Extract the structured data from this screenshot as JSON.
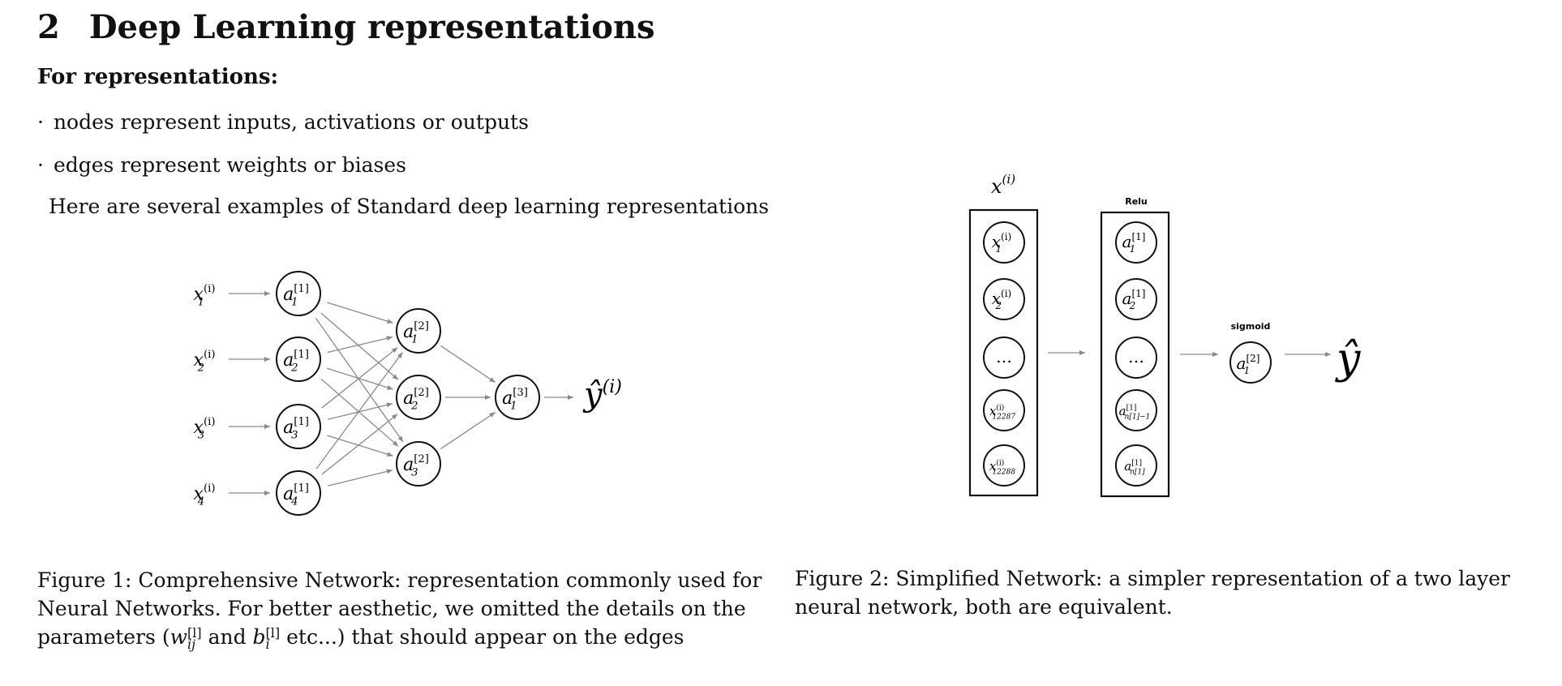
{
  "section": {
    "number": "2",
    "title": "Deep Learning representations"
  },
  "subheading": "For representations:",
  "bullets": [
    {
      "marker": "·",
      "text": "nodes represent inputs, activations or outputs"
    },
    {
      "marker": "·",
      "text": "edges represent weights or biases"
    }
  ],
  "intro": "Here are several examples of Standard deep learning representations",
  "figure1": {
    "caption_label": "Figure 1:",
    "caption_text": "Comprehensive Network: representation commonly used for Neural Networks. For better aesthetic, we omitted the details on the parameters (",
    "caption_w": "w",
    "caption_w_sup": "[l]",
    "caption_w_sub": "ij",
    "caption_and": "and",
    "caption_b": "b",
    "caption_b_sup": "[l]",
    "caption_b_sub": "i",
    "caption_tail": "etc...) that should appear on the edges",
    "inputs": [
      "x",
      "x",
      "x",
      "x"
    ],
    "input_sup": "(i)",
    "input_subs": [
      "1",
      "2",
      "3",
      "4"
    ],
    "layer1_sup": "[1]",
    "layer1_subs": [
      "1",
      "2",
      "3",
      "4"
    ],
    "layer2_sup": "[2]",
    "layer2_subs": [
      "1",
      "2",
      "3"
    ],
    "layer3_sup": "[3]",
    "layer3_sub": "1",
    "node_letter": "a",
    "output": "ŷ",
    "output_sup": "(i)"
  },
  "figure2": {
    "caption_label": "Figure 2:",
    "caption_text": "Simplified Network: a simpler representation of a two layer neural network, both are equivalent.",
    "input_label": "x",
    "input_label_sup": "(i)",
    "relu_label": "Relu",
    "sigmoid_label": "sigmoid",
    "ellipsis": "…",
    "input_nodes": [
      {
        "sub": "1",
        "sup": "(i)"
      },
      {
        "sub": "2",
        "sup": "(i)"
      },
      {
        "sub": "",
        "sup": ""
      },
      {
        "sub": "12287",
        "sup": "(i)"
      },
      {
        "sub": "12288",
        "sup": "(i)"
      }
    ],
    "hidden_nodes": [
      {
        "sub": "1",
        "sup": "[1]"
      },
      {
        "sub": "2",
        "sup": "[1]"
      },
      {
        "sub": "",
        "sup": ""
      },
      {
        "sub": "n[1]−1",
        "sup": "[1]"
      },
      {
        "sub": "n[1]",
        "sup": "[1]"
      }
    ],
    "output_node": {
      "letter": "a",
      "sup": "[2]",
      "sub": "1"
    },
    "output": "ŷ"
  }
}
